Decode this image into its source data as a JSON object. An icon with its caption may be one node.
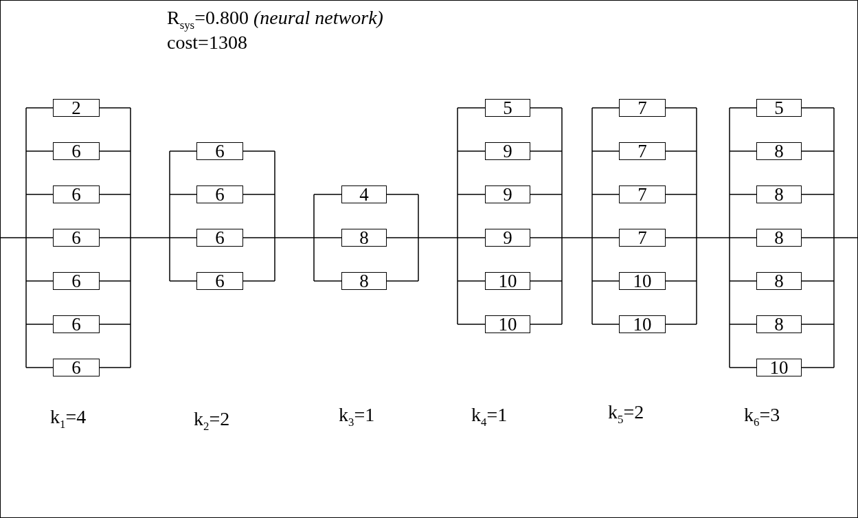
{
  "diagram": {
    "nodes": [
      {
        "text": [
          "2"
        ]
      },
      {
        "text": [
          "6"
        ]
      },
      {
        "text": [
          "6"
        ]
      },
      {
        "text": [
          "6"
        ]
      },
      {
        "text": [
          "6"
        ]
      },
      {
        "text": [
          "6"
        ]
      },
      {
        "text": [
          "6"
        ]
      },
      {
        "text": [
          "6"
        ]
      },
      {
        "text": [
          "6"
        ]
      },
      {
        "text": [
          "6"
        ]
      },
      {
        "text": [
          "6"
        ]
      },
      {
        "text": [
          "4"
        ]
      },
      {
        "text": [
          "8"
        ]
      },
      {
        "text": [
          "8"
        ]
      },
      {
        "text": [
          "5"
        ]
      },
      {
        "text": [
          "9"
        ]
      },
      {
        "text": [
          "9"
        ]
      },
      {
        "text": [
          "9"
        ]
      },
      {
        "text": [
          "10"
        ]
      },
      {
        "text": [
          "10"
        ]
      },
      {
        "text": [
          "7"
        ]
      },
      {
        "text": [
          "7"
        ]
      },
      {
        "text": [
          "7"
        ]
      },
      {
        "text": [
          "7"
        ]
      },
      {
        "text": [
          "10"
        ]
      },
      {
        "text": [
          "10"
        ]
      },
      {
        "text": [
          "5"
        ]
      },
      {
        "text": [
          "8"
        ]
      },
      {
        "text": [
          "8"
        ]
      },
      {
        "text": [
          "8"
        ]
      },
      {
        "text": [
          "8"
        ]
      },
      {
        "text": [
          "8"
        ]
      },
      {
        "text": [
          "10"
        ]
      }
    ],
    "labels": [
      "R$_{sys}$=0.800 *(neural network)*",
      "cost=1308",
      "k$_{1}$=4",
      "k$_{2}$=2",
      "k$_{3}$=1",
      "k$_{4}$=1",
      "k$_{5}$=2",
      "k$_{6}$=3"
    ]
  }
}
